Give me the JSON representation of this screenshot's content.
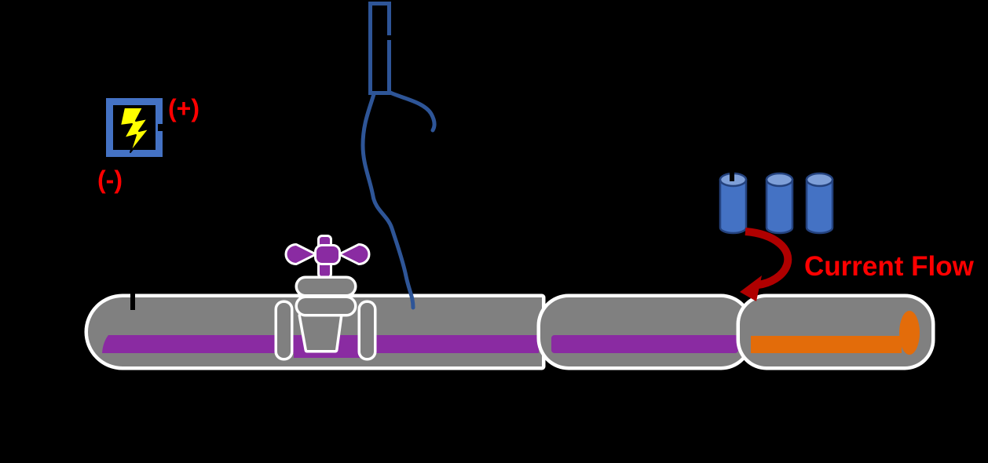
{
  "labels": {
    "plus_sign": "(+)",
    "minus_sign": "(-)",
    "current_flow": "Current Flow"
  },
  "colors": {
    "background": "#000000",
    "label_red": "#FF0000",
    "arrow_dark_red": "#B00000",
    "pipe_gray": "#808080",
    "pipe_outline_white": "#FFFFFF",
    "product_purple": "#8A2BA2",
    "product_orange": "#E36C0A",
    "anode_blue": "#4472C4",
    "anode_top_blue": "#7E9FD8",
    "anode_outline_blue": "#24427E",
    "wire_blue": "#2E5597",
    "lightning_yellow": "#FFFF00",
    "power_box_blue": "#4472C4",
    "valve_purple": "#8A2BA2"
  },
  "icons": {
    "power_source_icon": "blue square with yellow lightning bolt",
    "reference_electrode_icon": "blue rectangular probe with curved wire to pipe",
    "pipe_valve_icon": "gate valve with purple cross handle",
    "pipeline": "gray pipe segments with purple and orange product",
    "anode_icons": "three blue cylinder anodes",
    "current_flow_arrow_icon": "dark red curved arrow"
  }
}
